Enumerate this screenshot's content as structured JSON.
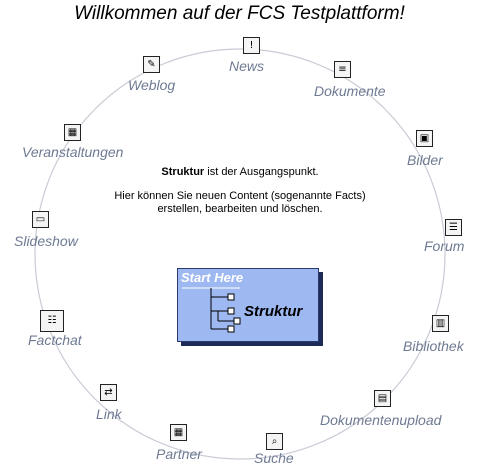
{
  "title": "Willkommen auf der FCS Testplattform!",
  "intro": {
    "bold": "Struktur",
    "rest": " ist der Ausgangspunkt.",
    "line2": "Hier können Sie neuen Content (sogenannte Facts)",
    "line3": "erstellen, bearbeiten und löschen."
  },
  "start": {
    "title": "Start Here",
    "link": "Struktur"
  },
  "nav": {
    "news": "News",
    "dokumente": "Dokumente",
    "bilder": "Bilder",
    "forum": "Forum",
    "bibliothek": "Bibliothek",
    "dokumentenupload": "Dokumentenupload",
    "suche": "Suche",
    "partner": "Partner",
    "link": "Link",
    "factchat": "Factchat",
    "slideshow": "Slideshow",
    "veranstaltungen": "Veranstaltungen",
    "weblog": "Weblog"
  },
  "colors": {
    "label": "#6e7a92",
    "ring": "#c9ccd6",
    "start_box": "#9eb8f2"
  }
}
